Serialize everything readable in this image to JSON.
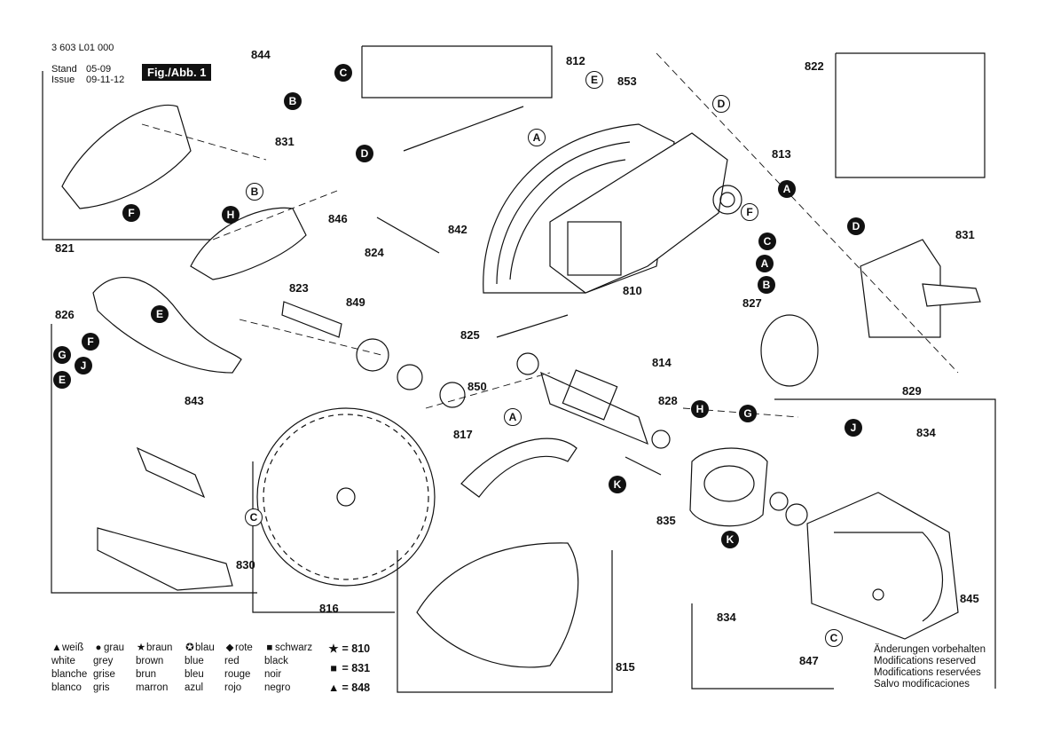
{
  "header": {
    "doc_number": "3 603 L01 000",
    "stand_label": "Stand",
    "issue_label": "Issue",
    "stand_date": "05-09",
    "issue_date": "09-11-12",
    "figure": "Fig./Abb. 1"
  },
  "part_labels": [
    {
      "id": "844",
      "text": "844"
    },
    {
      "id": "812",
      "text": "812"
    },
    {
      "id": "853",
      "text": "853"
    },
    {
      "id": "822",
      "text": "822"
    },
    {
      "id": "831a",
      "text": "831"
    },
    {
      "id": "813",
      "text": "813"
    },
    {
      "id": "821",
      "text": "821"
    },
    {
      "id": "846",
      "text": "846"
    },
    {
      "id": "842",
      "text": "842"
    },
    {
      "id": "824",
      "text": "824"
    },
    {
      "id": "831b",
      "text": "831"
    },
    {
      "id": "823",
      "text": "823"
    },
    {
      "id": "849",
      "text": "849"
    },
    {
      "id": "810",
      "text": "810"
    },
    {
      "id": "827",
      "text": "827"
    },
    {
      "id": "826",
      "text": "826"
    },
    {
      "id": "825",
      "text": "825"
    },
    {
      "id": "814",
      "text": "814"
    },
    {
      "id": "843",
      "text": "843"
    },
    {
      "id": "850",
      "text": "850"
    },
    {
      "id": "828",
      "text": "828"
    },
    {
      "id": "829",
      "text": "829"
    },
    {
      "id": "817",
      "text": "817"
    },
    {
      "id": "834a",
      "text": "834"
    },
    {
      "id": "835",
      "text": "835"
    },
    {
      "id": "830",
      "text": "830"
    },
    {
      "id": "816",
      "text": "816"
    },
    {
      "id": "834b",
      "text": "834"
    },
    {
      "id": "845",
      "text": "845"
    },
    {
      "id": "815",
      "text": "815"
    },
    {
      "id": "847",
      "text": "847"
    }
  ],
  "callouts": [
    {
      "id": "c1",
      "text": "C",
      "style": "dark"
    },
    {
      "id": "c2",
      "text": "B",
      "style": "dark"
    },
    {
      "id": "c3",
      "text": "D",
      "style": "dark"
    },
    {
      "id": "c4",
      "text": "B",
      "style": "light"
    },
    {
      "id": "c5",
      "text": "F",
      "style": "dark"
    },
    {
      "id": "c6",
      "text": "H",
      "style": "dark"
    },
    {
      "id": "c7",
      "text": "E",
      "style": "dark"
    },
    {
      "id": "c8",
      "text": "E",
      "style": "light"
    },
    {
      "id": "c9",
      "text": "D",
      "style": "light"
    },
    {
      "id": "c10",
      "text": "A",
      "style": "light"
    },
    {
      "id": "c11",
      "text": "F",
      "style": "light"
    },
    {
      "id": "c12",
      "text": "A",
      "style": "dark"
    },
    {
      "id": "c13",
      "text": "D",
      "style": "dark"
    },
    {
      "id": "c14",
      "text": "C",
      "style": "dark"
    },
    {
      "id": "c15",
      "text": "A",
      "style": "dark"
    },
    {
      "id": "c16",
      "text": "B",
      "style": "dark"
    },
    {
      "id": "c17",
      "text": "F",
      "style": "dark"
    },
    {
      "id": "c18",
      "text": "G",
      "style": "dark"
    },
    {
      "id": "c19",
      "text": "J",
      "style": "dark"
    },
    {
      "id": "c20",
      "text": "E",
      "style": "dark"
    },
    {
      "id": "c21",
      "text": "A",
      "style": "light"
    },
    {
      "id": "c22",
      "text": "H",
      "style": "dark"
    },
    {
      "id": "c23",
      "text": "G",
      "style": "dark"
    },
    {
      "id": "c24",
      "text": "J",
      "style": "dark"
    },
    {
      "id": "c25",
      "text": "K",
      "style": "dark"
    },
    {
      "id": "c26",
      "text": "C",
      "style": "light"
    },
    {
      "id": "c27",
      "text": "K",
      "style": "dark"
    },
    {
      "id": "c28",
      "text": "C",
      "style": "light"
    }
  ],
  "legend": [
    {
      "symbol": "▲",
      "de": "weiß",
      "en": "white",
      "fr": "blanche",
      "es": "blanco"
    },
    {
      "symbol": "●",
      "de": "grau",
      "en": "grey",
      "fr": "grise",
      "es": "gris"
    },
    {
      "symbol": "★",
      "de": "braun",
      "en": "brown",
      "fr": "brun",
      "es": "marron"
    },
    {
      "symbol": "✪",
      "de": "blau",
      "en": "blue",
      "fr": "bleu",
      "es": "azul"
    },
    {
      "symbol": "◆",
      "de": "rote",
      "en": "red",
      "fr": "rouge",
      "es": "rojo"
    },
    {
      "symbol": "■",
      "de": "schwarz",
      "en": "black",
      "fr": "noir",
      "es": "negro"
    }
  ],
  "key": [
    {
      "symbol": "★",
      "value": "= 810"
    },
    {
      "symbol": "■",
      "value": "= 831"
    },
    {
      "symbol": "▲",
      "value": "= 848"
    }
  ],
  "note": [
    "Änderungen vorbehalten",
    "Modifications reserved",
    "Modifications reservées",
    "Salvo modificaciones"
  ]
}
